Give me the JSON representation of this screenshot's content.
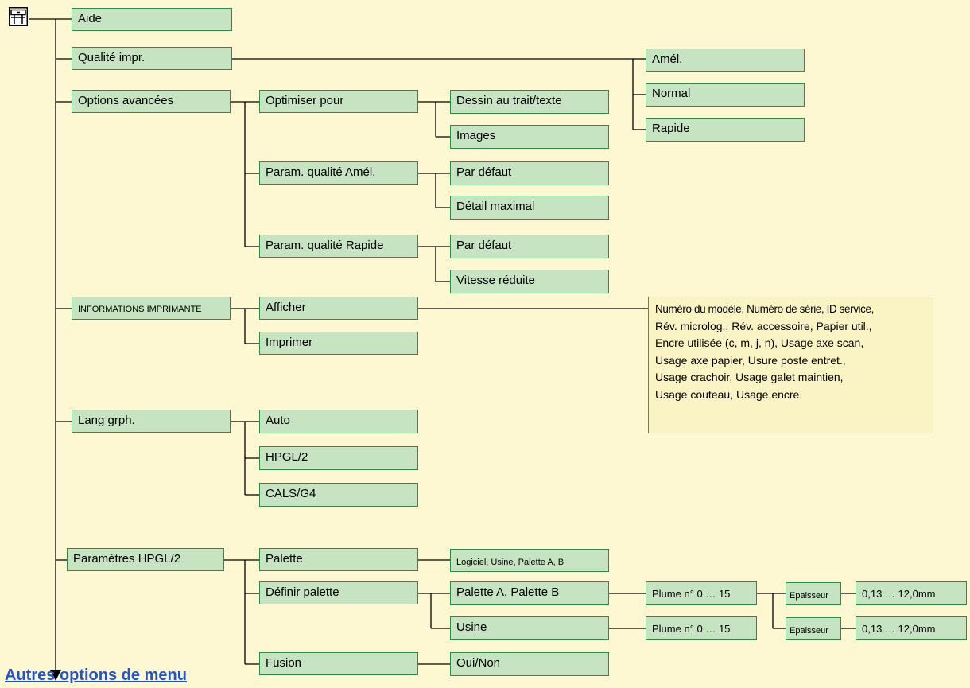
{
  "icon": "printer-icon",
  "colors": {
    "node_fill": "#c6e3c2",
    "node_border": "#2f8a45",
    "background": "#fdf8d2",
    "info_fill": "#faf4c4",
    "link": "#2255cc"
  },
  "menu": {
    "aide": "Aide",
    "qualite": "Qualité impr.",
    "qualite_amel": "Amél.",
    "qualite_normal": "Normal",
    "qualite_rapide": "Rapide",
    "options": "Options avancées",
    "optimiser": "Optimiser pour",
    "dessin": "Dessin au trait/texte",
    "images": "Images",
    "param_amel": "Param. qualité Amél.",
    "par_defaut_1": "Par défaut",
    "detail_max": "Détail maximal",
    "param_rapide": "Param. qualité Rapide",
    "par_defaut_2": "Par défaut",
    "vitesse": "Vitesse réduite",
    "info_imprimante": "INFORMATIONS IMPRIMANTE",
    "afficher": "Afficher",
    "imprimer": "Imprimer",
    "lang": "Lang grph.",
    "auto": "Auto",
    "hpgl2": "HPGL/2",
    "cals": "CALS/G4",
    "param_hpgl": "Paramètres HPGL/2",
    "palette": "Palette",
    "palette_options": "Logiciel, Usine, Palette A, B",
    "definir": "Définir palette",
    "palette_ab": "Palette A, Palette B",
    "usine": "Usine",
    "plume_1": "Plume n° 0 … 15",
    "plume_2": "Plume n° 0 … 15",
    "epaisseur_1": "Epaisseur",
    "epaisseur_2": "Epaisseur",
    "range_1": "0,13 … 12,0mm",
    "range_2": "0,13 … 12,0mm",
    "fusion": "Fusion",
    "oui_non": "Oui/Non"
  },
  "info_box": {
    "lines": [
      "Numéro du modèle, Numéro de série, ID service,",
      "Rév. microlog., Rév. accessoire, Papier util.,",
      "Encre utilisée (c, m, j, n), Usage axe scan,",
      "Usage axe papier, Usure poste entret.,",
      "Usage crachoir, Usage galet maintien,",
      "Usage couteau, Usage encre."
    ]
  },
  "more_link": "Autres options de menu"
}
